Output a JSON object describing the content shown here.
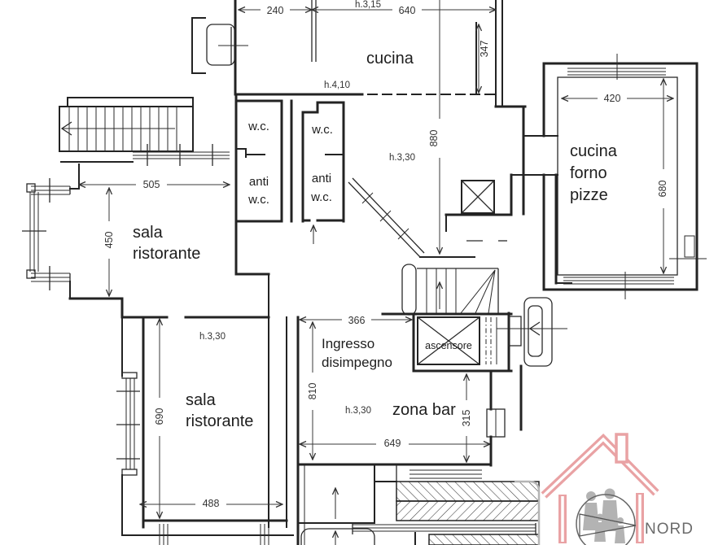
{
  "document": {
    "type": "floor-plan",
    "background": "#ffffff",
    "line_color": "#232323"
  },
  "rooms": {
    "cucina": {
      "label": "cucina"
    },
    "forno": {
      "l1": "cucina",
      "l2": "forno",
      "l3": "pizze"
    },
    "sala_up": {
      "l1": "sala",
      "l2": "ristorante"
    },
    "sala_low": {
      "l1": "sala",
      "l2": "ristorante"
    },
    "wc1": {
      "label": "w.c."
    },
    "wc2": {
      "label": "w.c."
    },
    "antiwc1": {
      "l1": "anti",
      "l2": "w.c."
    },
    "antiwc2": {
      "l1": "anti",
      "l2": "w.c."
    },
    "ingresso": {
      "l1": "Ingresso",
      "l2": "disimpegno"
    },
    "zona_bar": {
      "label": "zona bar"
    },
    "ascensore": {
      "label": "ascensore"
    }
  },
  "heights": {
    "top": "h.3,15",
    "cucina": "h.4,10",
    "disimpegno": "h.3,30",
    "sala_low": "h.3,30",
    "zona_bar": "h.3,30"
  },
  "dims": {
    "w240": "240",
    "w640": "640",
    "h347": "347",
    "h880": "880",
    "w420": "420",
    "h680": "680",
    "w505": "505",
    "h450": "450",
    "h690": "690",
    "w488": "488",
    "w366": "366",
    "h810": "810",
    "w649": "649",
    "h315": "315"
  },
  "logo": {
    "label": "NORD",
    "house_color": "#e9a2a4",
    "figures_color": "#b3b3b3",
    "compass_color": "#666666"
  }
}
